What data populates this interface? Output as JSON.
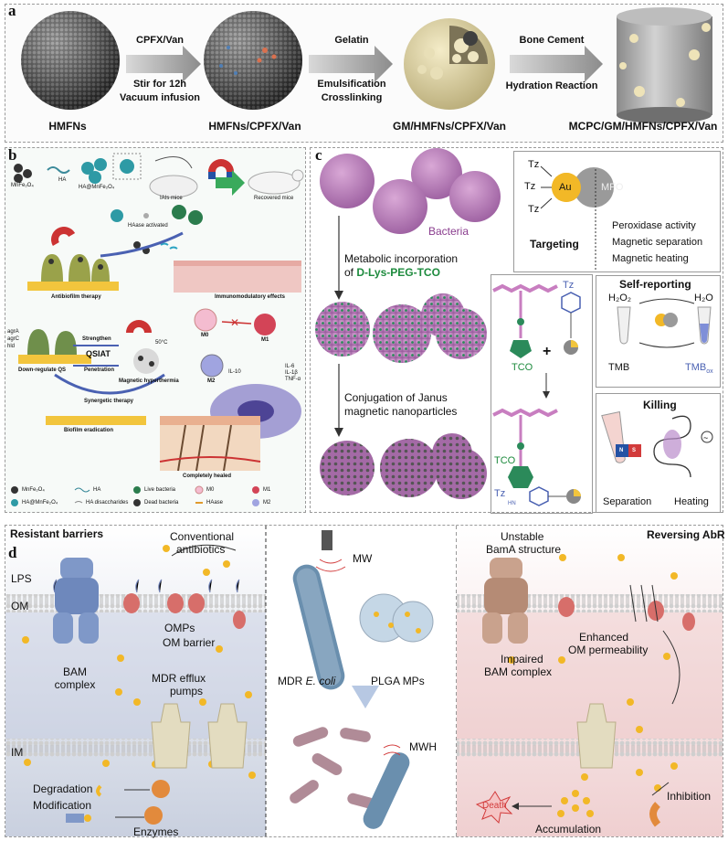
{
  "panel_a": {
    "label": "a",
    "stages": [
      "HMFNs",
      "HMFNs/CPFX/Van",
      "GM/HMFNs/CPFX/Van",
      "MCPC/GM/HMFNs/CPFX/Van"
    ],
    "step1": [
      "CPFX/Van",
      "Stir for 12h",
      "Vacuum infusion"
    ],
    "step2": [
      "Gelatin",
      "Emulsification",
      "Crosslinking"
    ],
    "step3": [
      "Bone Cement",
      "Hydration Reaction"
    ]
  },
  "panel_b": {
    "label": "b",
    "labels": {
      "mnfe2o4": "MnFe₂O₄",
      "ha": "HA",
      "ha_mnfe2o4": "HA@MnFe₂O₄",
      "iais_mice": "IAIs mice",
      "recovered_mice": "Recovered mice",
      "haase_activated": "HAase activated",
      "immunomodulatory": "Immunomodulatory effects",
      "antibiofilm": "Antibiofilm therapy",
      "m0": "M0",
      "m1": "M1",
      "m2": "M2",
      "strengthen": "Strengthen",
      "qsiat": "QSIAT",
      "penetration": "Penetration",
      "temp": "50°C",
      "genes": [
        "agrA",
        "agrC",
        "hld"
      ],
      "down_regulate": "Down-regulate QS",
      "magnetic_hyperthermia": "Magnetic hyperthermia",
      "il10": "IL-10",
      "cytokines": [
        "IL-6",
        "IL-1β",
        "TNF-α"
      ],
      "synergetic": "Synergetic therapy",
      "biofilm_eradication": "Biofilm eradication",
      "completely_healed": "Completely healed"
    },
    "legend": {
      "mnfe2o4": "MnFe₂O₄",
      "ha_mnfe2o4": "HA@MnFe₂O₄",
      "ha": "HA",
      "ha_disaccharides": "HA disaccharides",
      "live_bacteria": "Live bacteria",
      "dead_bacteria": "Dead bacteria",
      "m0": "M0",
      "haase": "HAase",
      "m1": "M1",
      "m2": "M2"
    }
  },
  "panel_c": {
    "label": "c",
    "bacteria": "Bacteria",
    "metabolic": "Metabolic incorporation",
    "of": "of ",
    "dlys": "D-Lys-PEG-TCO",
    "conj1": "Conjugation of Janus",
    "conj2": "magnetic nanoparticles",
    "tz": "Tz",
    "tco": "TCO",
    "plus": "+",
    "hn": "HN",
    "targeting": {
      "au": "Au",
      "mfo": "MFO",
      "title": "Targeting",
      "props": [
        "Peroxidase activity",
        "Magnetic separation",
        "Magnetic heating"
      ]
    },
    "self_reporting": {
      "title": "Self-reporting",
      "h2o2": "H₂O₂",
      "h2o": "H₂O",
      "tmb": "TMB",
      "tmbox": "TMB",
      "ox": "ox"
    },
    "killing": {
      "title": "Killing",
      "n": "N",
      "s": "S",
      "separation": "Separation",
      "heating": "Heating"
    }
  },
  "panel_d": {
    "label": "d",
    "left": {
      "title": "Resistant barriers",
      "conv1": "Conventional",
      "conv2": "antibiotics",
      "lps": "LPS",
      "om": "OM",
      "omps": "OMPs",
      "om_barrier": "OM barrier",
      "bam1": "BAM",
      "bam2": "complex",
      "efflux1": "MDR efflux",
      "efflux2": "pumps",
      "im": "IM",
      "degradation": "Degradation",
      "modification": "Modification",
      "enzymes": "Enzymes"
    },
    "center": {
      "mw": "MW",
      "mdr": "MDR ",
      "ecoli": "E. coli",
      "plga": "PLGA MPs",
      "mwh": "MWH"
    },
    "right": {
      "title": "Reversing AbR",
      "unstable1": "Unstable",
      "unstable2": "BamA structure",
      "enhanced1": "Enhanced",
      "enhanced2": "OM permeability",
      "impaired1": "Impaired",
      "impaired2": "BAM complex",
      "inhibition": "Inhibition",
      "death": "Death",
      "accumulation": "Accumulation"
    }
  }
}
